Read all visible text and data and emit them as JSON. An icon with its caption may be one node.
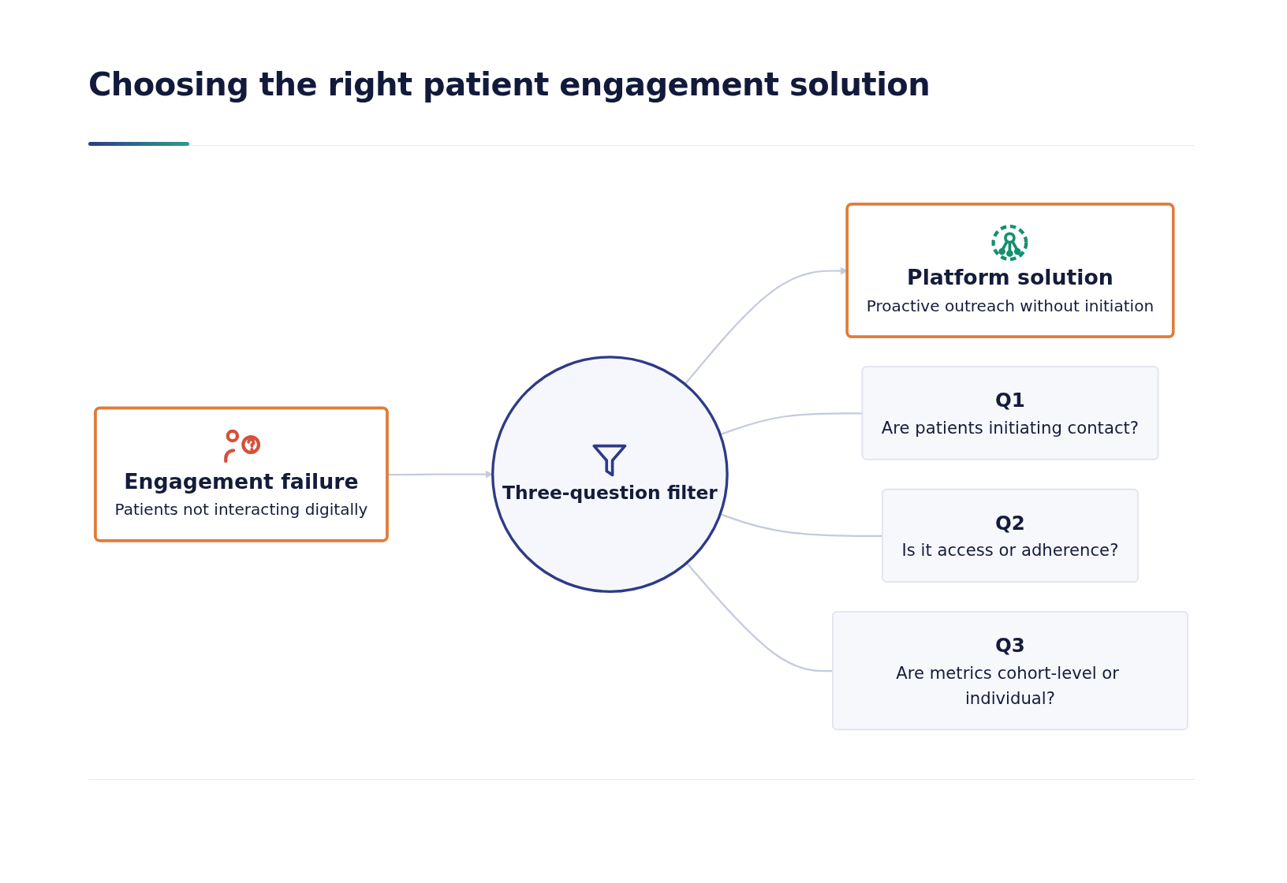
{
  "diagram": {
    "title": "Choosing the right patient engagement solution",
    "nodes": [
      {
        "text": [
          "Engagement failure",
          "Patients not interacting digitally"
        ]
      },
      {
        "text": [
          "Three-question filter"
        ]
      },
      {
        "text": [
          "Platform solution",
          "Proactive outreach without initiation"
        ]
      },
      {
        "text": [
          "Q1",
          "Are patients initiating contact?"
        ]
      },
      {
        "text": [
          "Q2",
          "Is it access or adherence?"
        ]
      },
      {
        "text": [
          "Q3",
          "Are metrics cohort-level or individual?"
        ]
      }
    ],
    "edges": [
      {
        "from": 0,
        "to": 1,
        "arrow": "to"
      },
      {
        "from": 1,
        "to": 2,
        "arrow": "to"
      },
      {
        "from": 1,
        "to": 3,
        "arrow": "none"
      },
      {
        "from": 1,
        "to": 4,
        "arrow": "none"
      },
      {
        "from": 1,
        "to": 5,
        "arrow": "none"
      }
    ]
  }
}
